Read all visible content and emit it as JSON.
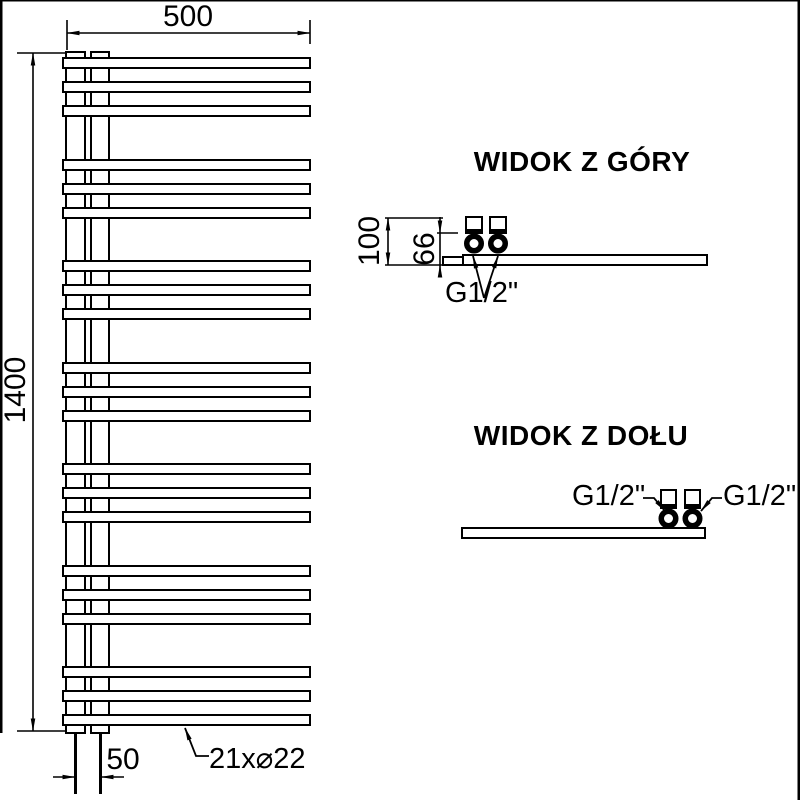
{
  "drawing": {
    "type": "towel-radiator technical drawing",
    "front_view": {
      "dim_width": "500",
      "dim_height": "1400",
      "dim_connection_spacing": "50",
      "tubes_label": "21x⌀22"
    },
    "top_view": {
      "title": "WIDOK Z GÓRY",
      "dim_depth": "100",
      "dim_axis": "66",
      "thread_label": "G1/2\""
    },
    "bottom_view": {
      "title": "WIDOK Z DOŁU",
      "thread_label_left": "G1/2\"",
      "thread_label_right": "G1/2\""
    },
    "colors": {
      "line": "#000000",
      "background": "#ffffff"
    }
  }
}
